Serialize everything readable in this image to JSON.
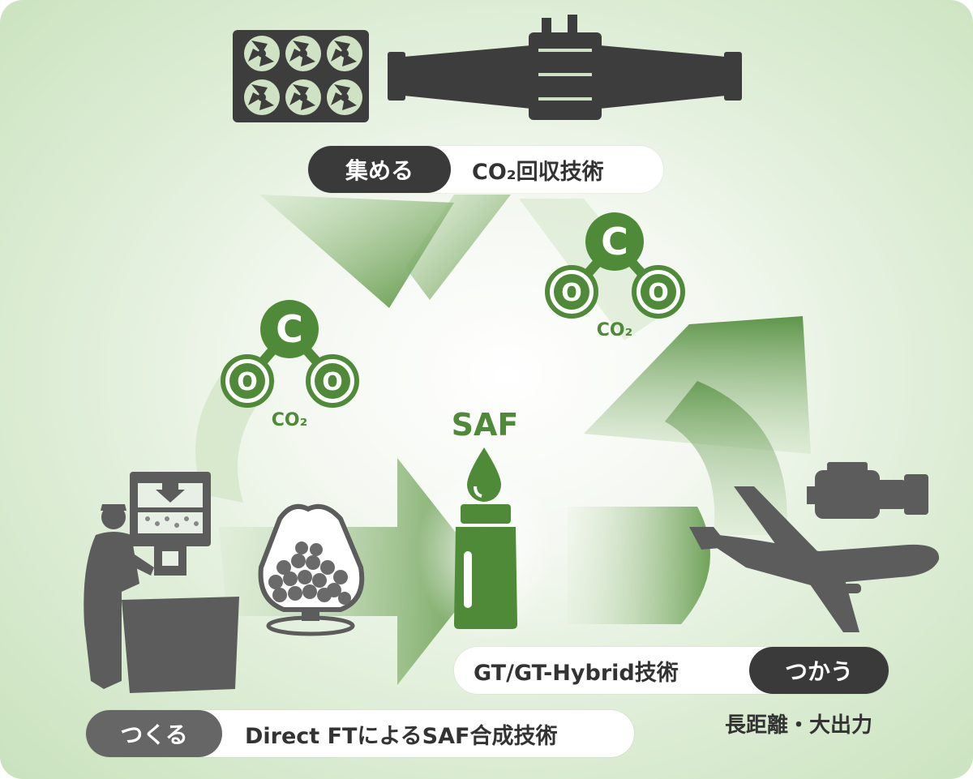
{
  "collect": {
    "tag": "集める",
    "text": "CO₂回収技術"
  },
  "use": {
    "tag": "つかう",
    "text": "GT/GT-Hybrid技術",
    "note": "長距離・大出力"
  },
  "make": {
    "tag": "つくる",
    "text": "Direct FTによるSAF合成技術"
  },
  "molecule": {
    "center_atom": "C",
    "side_atom": "O",
    "label": "CO₂"
  },
  "product": {
    "label": "SAF"
  },
  "colors": {
    "accent_green": "#4e8a38",
    "dark_tag": "#3a3a3a",
    "mid_tag": "#666666",
    "silhouette": "#5c5c5c"
  }
}
